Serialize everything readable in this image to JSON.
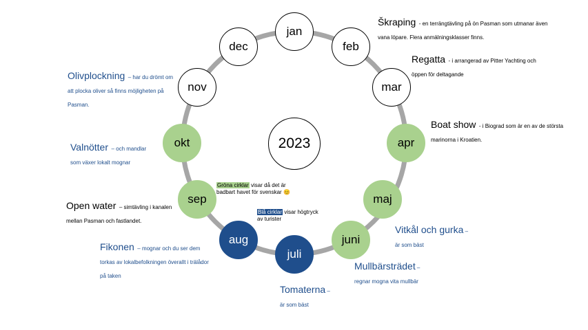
{
  "year": "2023",
  "months": [
    {
      "key": "jan",
      "label": "jan",
      "status": "white"
    },
    {
      "key": "feb",
      "label": "feb",
      "status": "white"
    },
    {
      "key": "mar",
      "label": "mar",
      "status": "white"
    },
    {
      "key": "apr",
      "label": "apr",
      "status": "green"
    },
    {
      "key": "maj",
      "label": "maj",
      "status": "green"
    },
    {
      "key": "juni",
      "label": "juni",
      "status": "green"
    },
    {
      "key": "juli",
      "label": "juli",
      "status": "blue"
    },
    {
      "key": "aug",
      "label": "aug",
      "status": "blue"
    },
    {
      "key": "sep",
      "label": "sep",
      "status": "green"
    },
    {
      "key": "okt",
      "label": "okt",
      "status": "green"
    },
    {
      "key": "nov",
      "label": "nov",
      "status": "white"
    },
    {
      "key": "dec",
      "label": "dec",
      "status": "white"
    }
  ],
  "notes": {
    "skraping": {
      "title": "Škraping",
      "desc": "- en terrängtävling på ön Pasman som utmanar även vana löpare. Flera anmälningsklasser finns."
    },
    "regatta": {
      "title": "Regatta",
      "desc": "- i arrangerad av Pitter Yachting och öppen för deltagande"
    },
    "boatshow": {
      "title": "Boat show",
      "desc": "- i Biograd som är en av de största marinorna i Kroatien."
    },
    "vitkal": {
      "title": "Vitkål och gurka",
      "dash": " –",
      "desc": "är som bäst"
    },
    "mullbar": {
      "title": "Mullbärsträdet",
      "dash": " –",
      "desc": "regnar mogna vita mullbär"
    },
    "tomaterna": {
      "title": "Tomaterna",
      "dash": " –",
      "desc": "är som bäst"
    },
    "fikonen": {
      "title": "Fikonen",
      "desc": "– mognar och du ser dem torkas av lokalbefolkningen överallt i trälådor på taken"
    },
    "openwater": {
      "title": "Open water",
      "desc": "– simtävling i kanalen mellan Pasman och fastlandet."
    },
    "valnotter": {
      "title": "Valnötter",
      "desc": "– och mandlar som växer lokalt mognar"
    },
    "olivplockning": {
      "title": "Olivplockning",
      "desc": "– har du drömt om att plocka oliver så finns möjligheten på Pasman."
    }
  },
  "legend": {
    "green_label": "Gröna cirklar",
    "green_text": " visar då det är badbart havet för svenskar 😊",
    "blue_label": "Blå cirklar",
    "blue_text": " visar högtryck av turister"
  },
  "colors": {
    "ring": "#a6a6a6",
    "green": "#a9d18e",
    "blue": "#1f4e8c",
    "note_blue": "#1f4e8c"
  }
}
